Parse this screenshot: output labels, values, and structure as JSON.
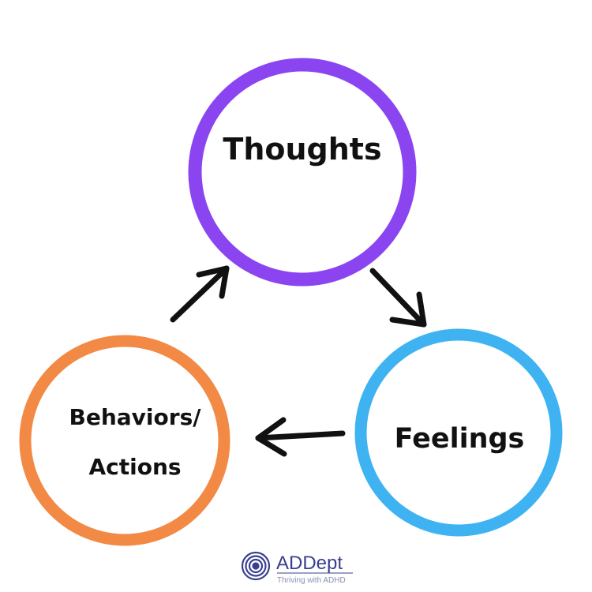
{
  "nodes": {
    "thoughts": {
      "label": "Thoughts",
      "color": "#8b45f0"
    },
    "feelings": {
      "label": "Feelings",
      "color": "#3fb3f2"
    },
    "behaviors": {
      "label_line1": "Behaviors/",
      "label_line2": "Actions",
      "color": "#f28a45"
    }
  },
  "cycle": [
    "Thoughts",
    "Feelings",
    "Behaviors/Actions"
  ],
  "arrow_color": "#111111",
  "logo": {
    "name": "ADDept",
    "tagline": "Thriving with ADHD",
    "color": "#3a3f8f"
  }
}
